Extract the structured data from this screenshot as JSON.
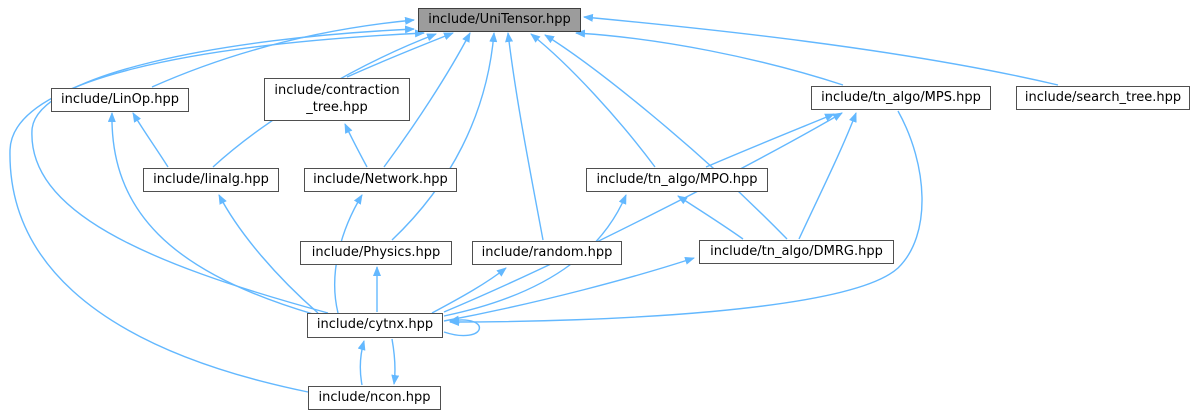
{
  "graph": {
    "nodes": {
      "unitensor": {
        "label": "include/UniTensor.hpp"
      },
      "linop": {
        "label": "include/LinOp.hpp"
      },
      "contraction_tree": {
        "label": "include/contraction\n_tree.hpp"
      },
      "mps": {
        "label": "include/tn_algo/MPS.hpp"
      },
      "search_tree": {
        "label": "include/search_tree.hpp"
      },
      "linalg": {
        "label": "include/linalg.hpp"
      },
      "network": {
        "label": "include/Network.hpp"
      },
      "mpo": {
        "label": "include/tn_algo/MPO.hpp"
      },
      "physics": {
        "label": "include/Physics.hpp"
      },
      "random": {
        "label": "include/random.hpp"
      },
      "dmrg": {
        "label": "include/tn_algo/DMRG.hpp"
      },
      "cytnx": {
        "label": "include/cytnx.hpp"
      },
      "ncon": {
        "label": "include/ncon.hpp"
      }
    },
    "colors": {
      "edge": "#63B8FF",
      "node_border": "#4F4F4F",
      "node_fill": "#FFFFFF",
      "root_fill": "#9C9C9C",
      "text": "#000000",
      "background": "#FFFFFF"
    }
  }
}
